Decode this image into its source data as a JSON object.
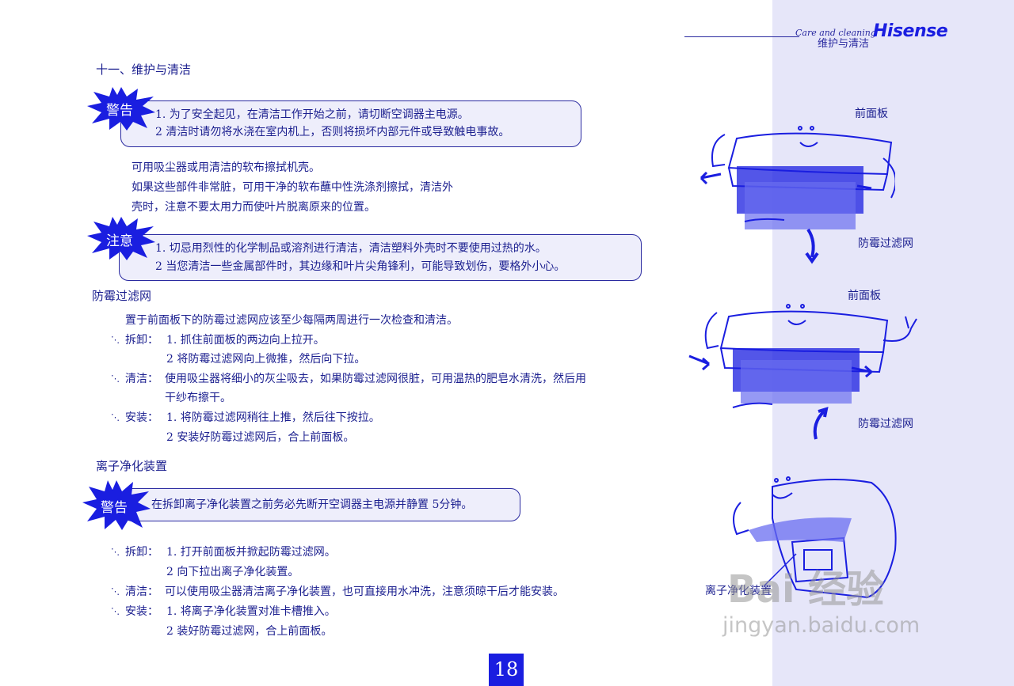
{
  "header": {
    "care": "Care and cleaning",
    "zh": "维护与清洁",
    "brand": "Hisense"
  },
  "title": "十一、维护与清洁",
  "warning1": {
    "badge": "警告",
    "lines": [
      "1.  为了安全起见，在清洁工作开始之前，请切断空调器主电源。",
      "2   清洁时请勿将水浇在室内机上，否则将损坏内部元件或导致触电事故。"
    ]
  },
  "body1": [
    "可用吸尘器或用清洁的软布擦拭机壳。",
    "如果这些部件非常脏，可用干净的软布蘸中性洗涤剂擦拭，清洁外",
    "壳时，注意不要太用力而使叶片脱离原来的位置。"
  ],
  "caution": {
    "badge": "注意",
    "lines": [
      "1.  切忌用烈性的化学制品或溶剂进行清洁，清洁塑料外壳时不要使用过热的水。",
      "2   当您清洁一些金属部件时，其边缘和叶片尖角锋利，可能导致划伤，要格外小心。"
    ]
  },
  "filter": {
    "heading": "防霉过滤网",
    "intro": "置于前面板下的防霉过滤网应该至少每隔两周进行一次检查和清洁。",
    "remove_label": "拆卸：",
    "remove": [
      "1.  抓住前面板的两边向上拉开。",
      "2  将防霉过滤网向上微推，然后向下拉。"
    ],
    "clean_label": "清洁：",
    "clean": [
      "使用吸尘器将细小的灰尘吸去，如果防霉过滤网很脏，可用温热的肥皂水清洗，然后用",
      "干纱布擦干。"
    ],
    "install_label": "安装：",
    "install": [
      "1.  将防霉过滤网稍往上推，然后往下按拉。",
      "2  安装好防霉过滤网后，合上前面板。"
    ]
  },
  "ion": {
    "heading": "离子净化装置",
    "warn_badge": "警告",
    "warn": "在拆卸离子净化装置之前务必先断开空调器主电源并静置 5分钟。",
    "remove_label": "拆卸：",
    "remove": [
      "1.  打开前面板并掀起防霉过滤网。",
      "2  向下拉出离子净化装置。"
    ],
    "clean_label": "清洁：",
    "clean": "可以使用吸尘器清洁离子净化装置，也可直接用水冲洗，注意须晾干后才能安装。",
    "install_label": "安装：",
    "install": [
      "1.  将离子净化装置对准卡槽推入。",
      "2  装好防霉过滤网，合上前面板。"
    ]
  },
  "illustrations": {
    "front_panel_1": "前面板",
    "filter_1": "防霉过滤网",
    "front_panel_2": "前面板",
    "filter_2": "防霉过滤网",
    "ion_device": "离子净化装置"
  },
  "page_number": "18",
  "watermark": {
    "brand": "Bai 经验",
    "url": "jingyan.baidu.com"
  },
  "colors": {
    "text": "#1b1f8f",
    "accent": "#1a1ee0",
    "panel": "#e6e6f9"
  }
}
